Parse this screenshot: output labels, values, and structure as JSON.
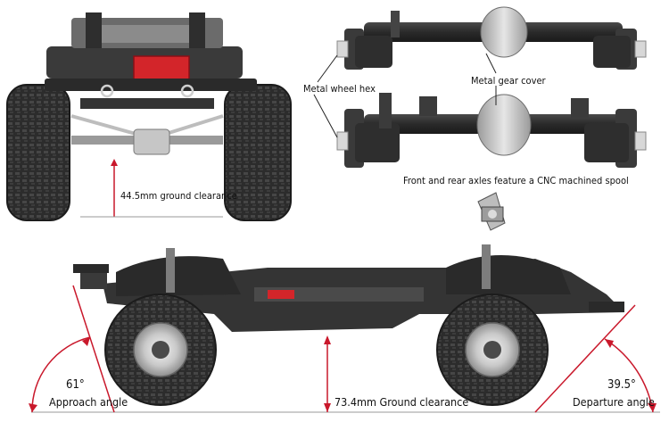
{
  "labels": {
    "metal_wheel_hex": "Metal wheel hex",
    "metal_gear_cover": "Metal gear cover",
    "cnc_spool": "Front and rear axles feature a CNC machined spool",
    "front_ground_clearance": "44.5mm ground clearance",
    "approach_value": "61°",
    "approach_label": "Approach angle",
    "side_ground_clearance": "73.4mm Ground clearance",
    "departure_value": "39.5°",
    "departure_label": "Departure angle"
  },
  "colors": {
    "accent_red": "#c9182b",
    "chassis_dark": "#2f2f2f",
    "tire": "#2a2a2a",
    "metal": "#c8c8c8",
    "battery_red": "#d3252a"
  }
}
